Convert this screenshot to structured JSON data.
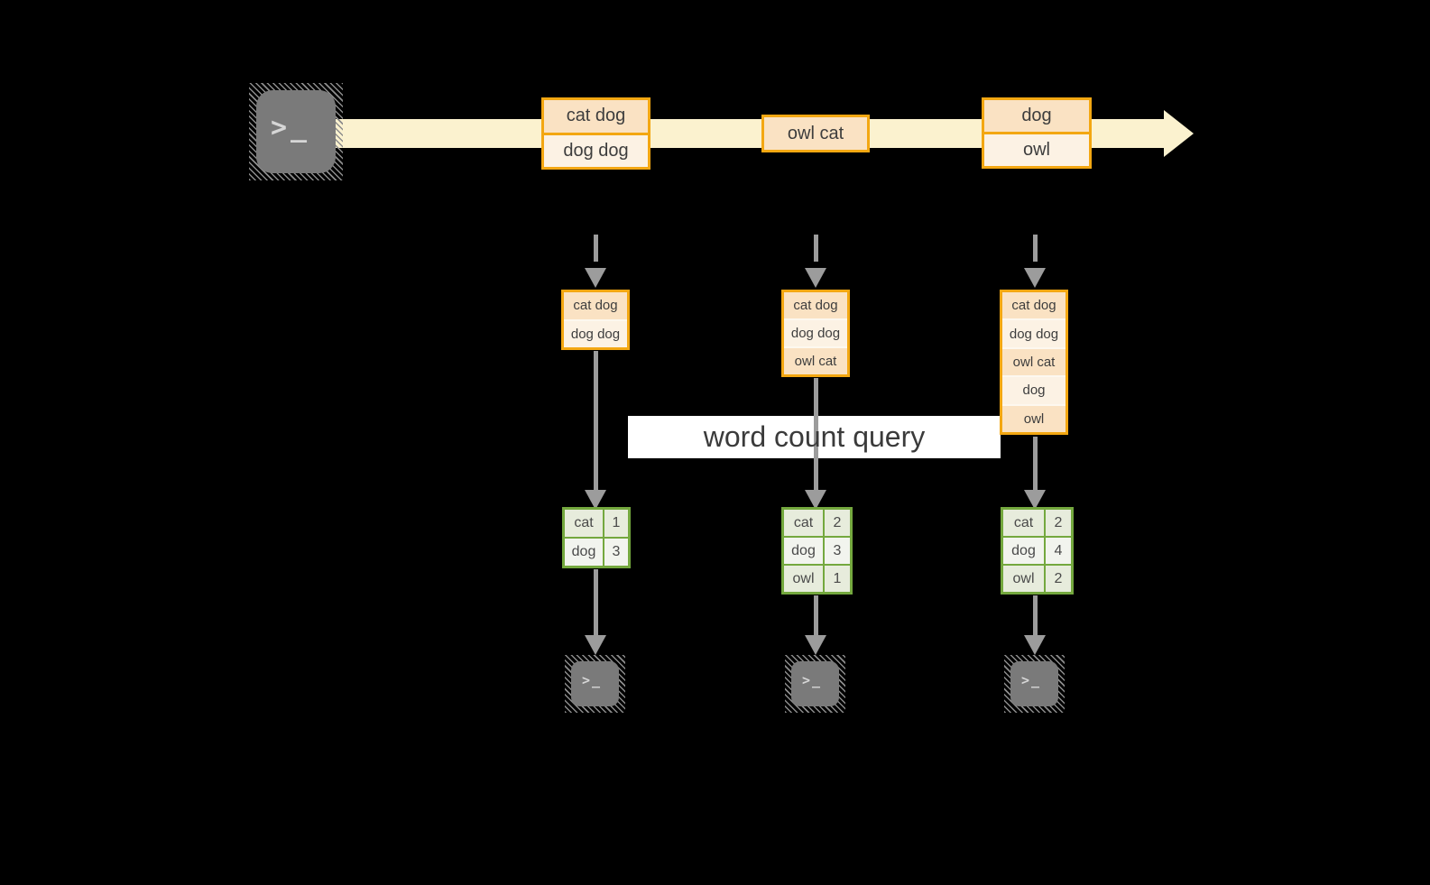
{
  "diagram": {
    "query_label": "word count query",
    "icons": {
      "terminal_glyph": ">_"
    },
    "stream": {
      "batches": [
        {
          "rows": [
            "cat dog",
            "dog dog"
          ]
        },
        {
          "rows": [
            "owl cat"
          ]
        },
        {
          "rows": [
            "dog",
            "owl"
          ]
        }
      ]
    },
    "columns": [
      {
        "state_rows": [
          "cat dog",
          "dog dog"
        ],
        "count_table": [
          {
            "word": "cat",
            "count": "1"
          },
          {
            "word": "dog",
            "count": "3"
          }
        ]
      },
      {
        "state_rows": [
          "cat dog",
          "dog dog",
          "owl cat"
        ],
        "count_table": [
          {
            "word": "cat",
            "count": "2"
          },
          {
            "word": "dog",
            "count": "3"
          },
          {
            "word": "owl",
            "count": "1"
          }
        ]
      },
      {
        "state_rows": [
          "cat dog",
          "dog dog",
          "owl cat",
          "dog",
          "owl"
        ],
        "count_table": [
          {
            "word": "cat",
            "count": "2"
          },
          {
            "word": "dog",
            "count": "4"
          },
          {
            "word": "owl",
            "count": "2"
          }
        ]
      }
    ]
  },
  "colors": {
    "background": "#000000",
    "stream_band": "#FBF2CF",
    "box_border_orange": "#F3A712",
    "row_peach": "#FAE2C3",
    "row_cream": "#FCF2E4",
    "table_border_green": "#74A83E",
    "cell_green_dark": "#E7ECDC",
    "cell_green_light": "#F2F4EE",
    "arrow_gray": "#9C9C9C",
    "terminal_gray": "#7A7A7A",
    "query_band_bg": "#FFFFFF",
    "text_dark": "#3D3D3D"
  }
}
